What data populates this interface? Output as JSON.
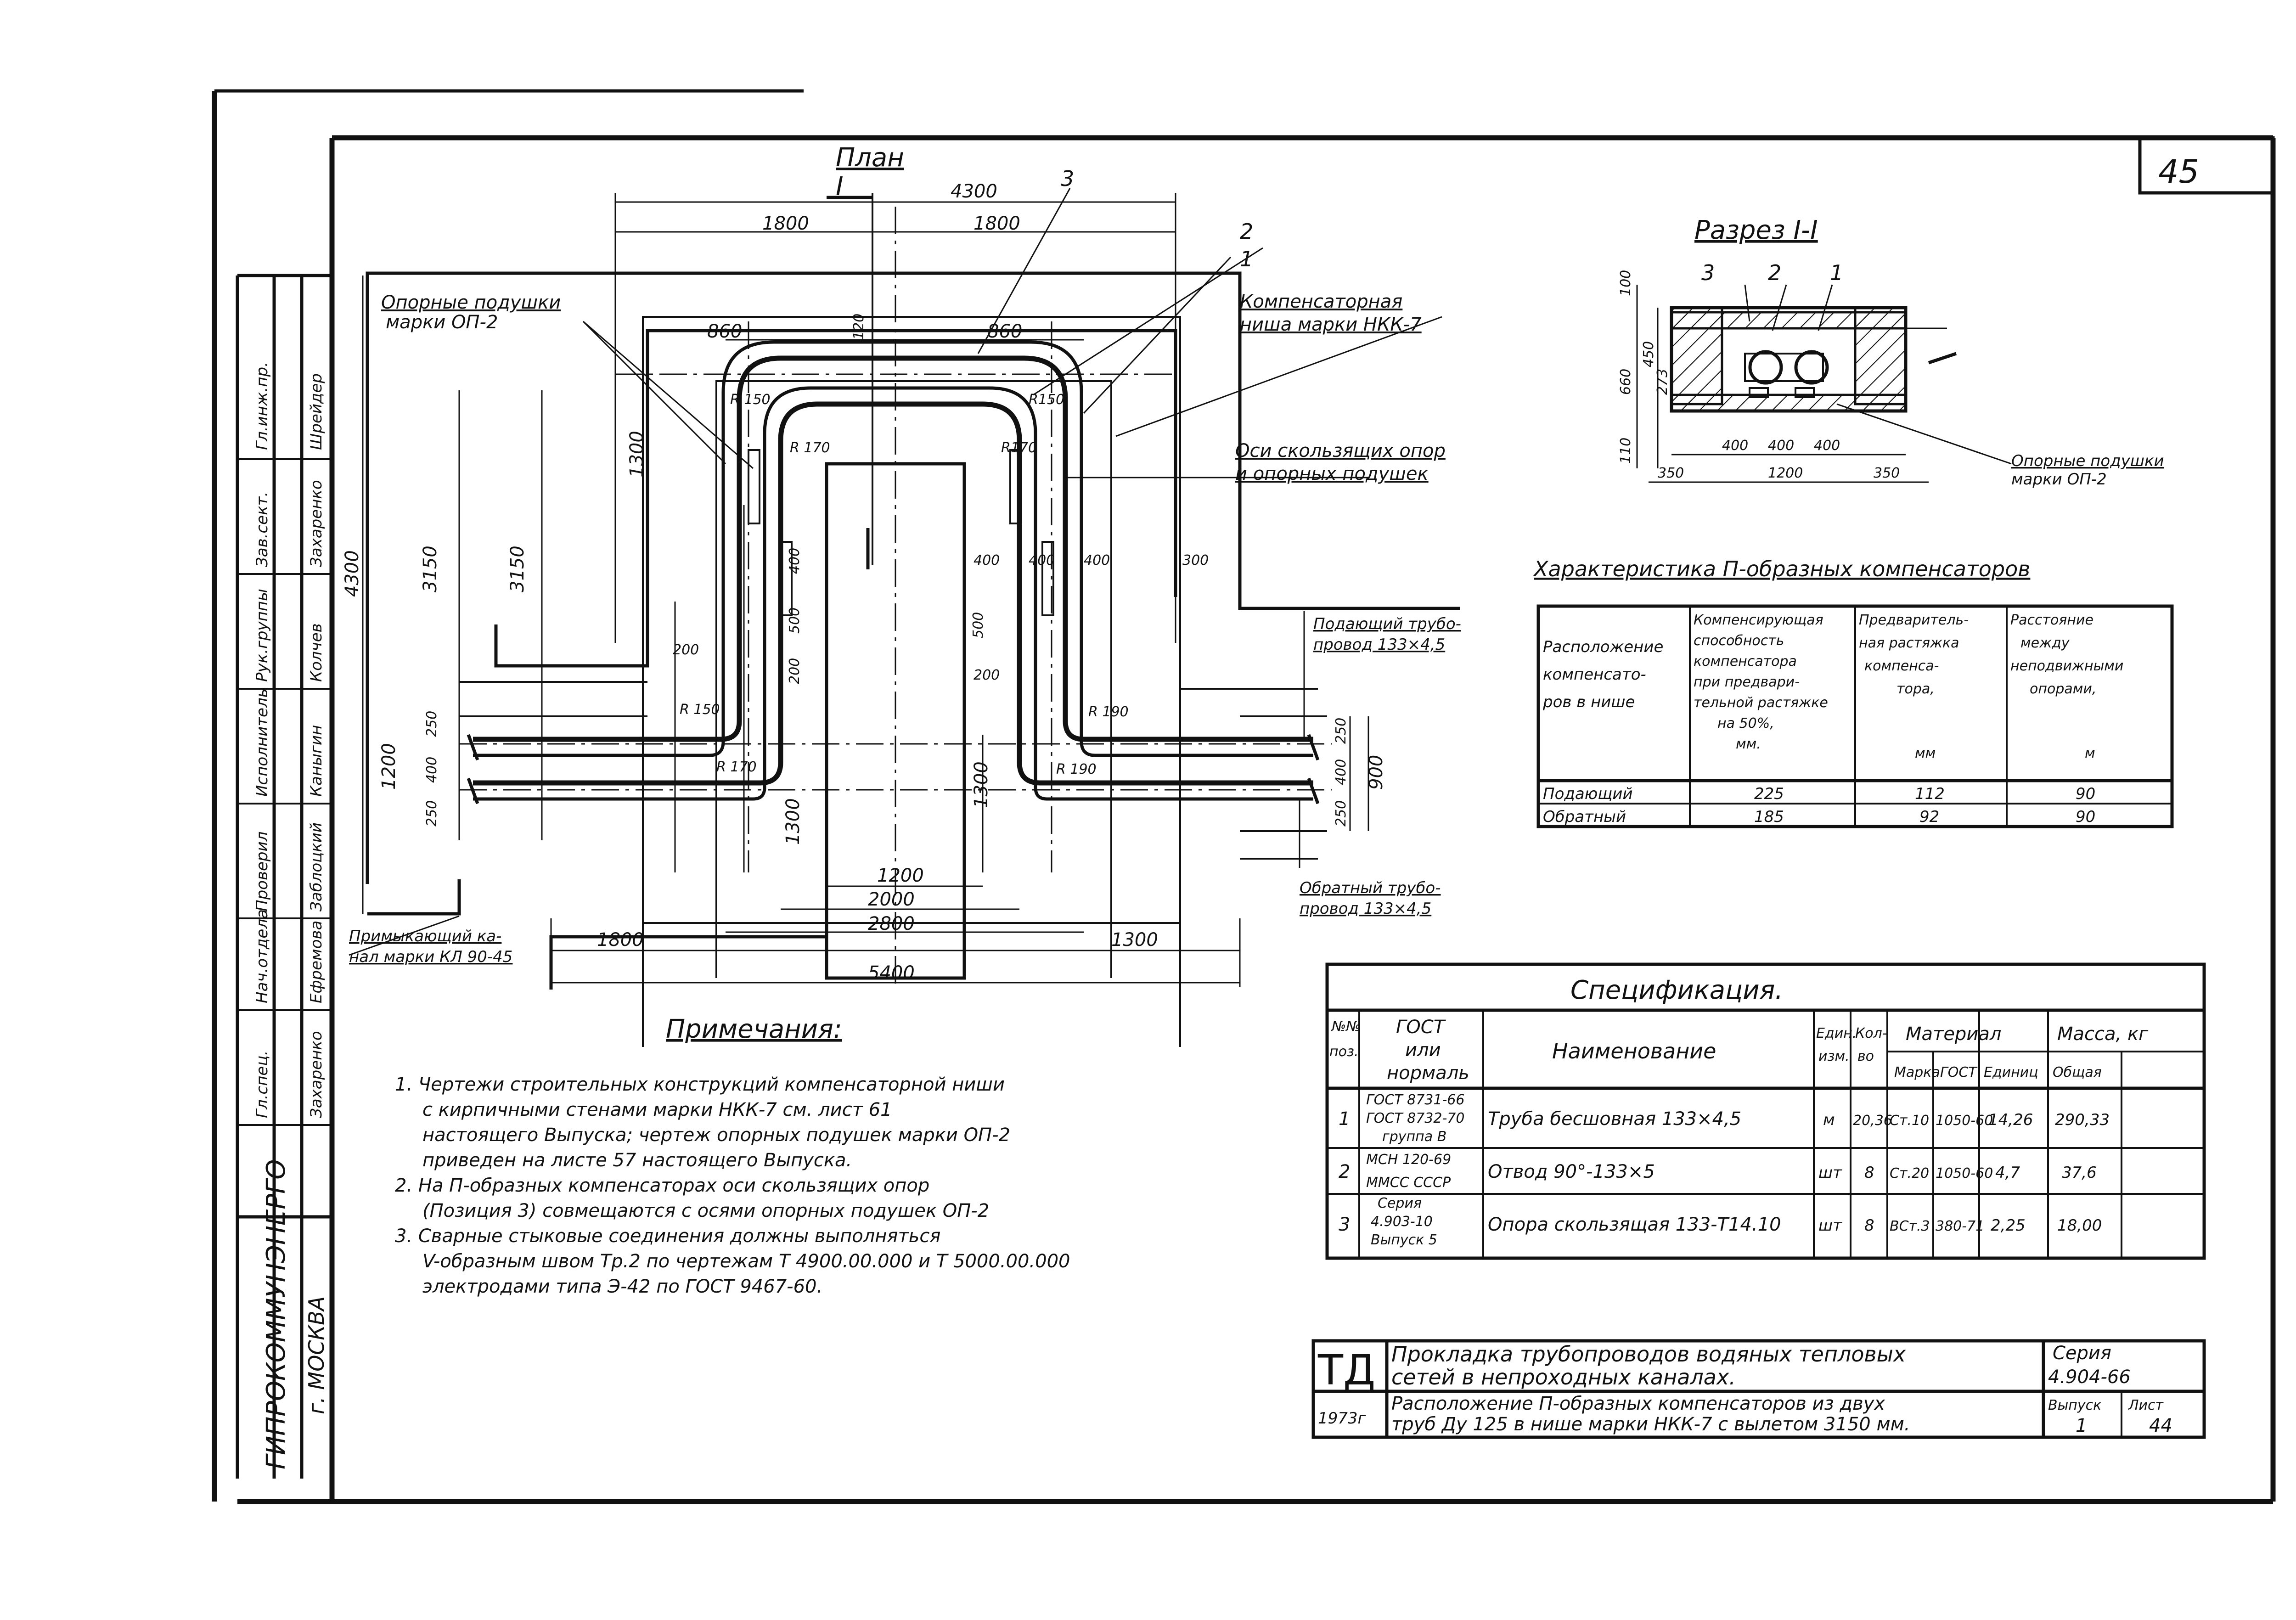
{
  "sheet_number": "45",
  "plan": {
    "title": "План",
    "section_mark": "I",
    "dims": {
      "overall_top": "4300",
      "left_top": "1800",
      "right_top": "1800",
      "inner_left_top": "860",
      "inner_right_top": "860",
      "top_gap": "120",
      "left_vertical": "3150",
      "inner_left_vertical": "3150",
      "outer_left_vertical": "4300",
      "left_upper_side": "1300",
      "left_lower_side": "1300",
      "left_mid_a": "400",
      "left_mid_b": "500",
      "left_mid_c": "200",
      "left_200": "200",
      "right_1300": "1300",
      "right_400a": "400",
      "right_400b": "400",
      "right_400c": "400",
      "right_500": "500",
      "right_200": "200",
      "right_300": "300",
      "left_1200": "1200",
      "left_250a": "250",
      "left_400": "400",
      "left_250b": "250",
      "right_250a": "250",
      "right_400": "400",
      "right_250b": "250",
      "right_900": "900",
      "bottom_1200": "1200",
      "bottom_2000": "2000",
      "bottom_2800": "2800",
      "bottom_1800_left": "1800",
      "bottom_1300_right": "1300",
      "bottom_5400": "5400"
    },
    "radii": {
      "r150_tl": "R 150",
      "r170": "R 170",
      "r150_tr": "R150",
      "r170_tr": "R170",
      "r150_l": "R 150",
      "r170_l": "R 170",
      "r190_r": "R 190",
      "r170_r": "R 190"
    },
    "positions": [
      "1",
      "2",
      "3"
    ],
    "labels": {
      "support_pads": [
        "Опорные подушки",
        "марки ОП-2"
      ],
      "niche": [
        "Компенсаторная",
        "ниша марки НКК-7"
      ],
      "axes": [
        "Оси скользящих опор",
        "и опорных подушек"
      ],
      "supply": [
        "Подающий трубо-",
        "провод 133×4,5"
      ],
      "return": [
        "Обратный трубо-",
        "провод 133×4,5"
      ],
      "channel": [
        "Примыкающий ка-",
        "нал марки КЛ 90-45"
      ]
    }
  },
  "section": {
    "title": "Разрез I-I",
    "positions": [
      "3",
      "2",
      "1"
    ],
    "dims": {
      "height_total": "660",
      "top_gap": "100",
      "h_450": "450",
      "h_273": "273",
      "bottom_110": "110",
      "w_400a": "400",
      "w_400b": "400",
      "w_400c": "400",
      "w_350_left": "350",
      "w_1200": "1200",
      "w_350_right": "350"
    },
    "label": [
      "Опорные подушки",
      "марки ОП-2"
    ]
  },
  "characteristics": {
    "title": "Характеристика П-образных компенсаторов",
    "headers": [
      [
        "Расположение",
        "компенсато-",
        "ров в нише"
      ],
      [
        "Компенсирующая",
        "способность",
        "компенсатора",
        "при предвари-",
        "тельной растяжке",
        "на 50%,",
        "мм."
      ],
      [
        "Предваритель-",
        "ная растяжка",
        "компенса-",
        "тора,",
        "мм"
      ],
      [
        "Расстояние",
        "между",
        "неподвижными",
        "опорами,",
        "м"
      ]
    ],
    "rows": [
      [
        "Подающий",
        "225",
        "112",
        "90"
      ],
      [
        "Обратный",
        "185",
        "92",
        "90"
      ]
    ]
  },
  "notes": {
    "title": "Примечания:",
    "lines": [
      "1. Чертежи строительных конструкций компенсаторной ниши",
      "с кирпичными стенами марки НКК-7 см. лист 61",
      "настоящего Выпуска; чертеж опорных подушек марки ОП-2",
      "приведен на листе 57 настоящего Выпуска.",
      "2. На П-образных компенсаторах оси скользящих опор",
      "(Позиция 3) совмещаются с осями опорных подушек ОП-2",
      "3. Сварные стыковые соединения должны выполняться",
      "V-образным швом Тр.2 по чертежам Т 4900.00.000 и Т 5000.00.000",
      "электродами типа Э-42 по ГОСТ 9467-60."
    ]
  },
  "spec": {
    "title": "Спецификация.",
    "headers": {
      "pos": [
        "№№",
        "поз."
      ],
      "gost": [
        "ГОСТ",
        "или",
        "нормаль"
      ],
      "name": "Наименование",
      "unit": [
        "Един.",
        "изм."
      ],
      "qty": [
        "Кол-",
        "во"
      ],
      "material": "Материал",
      "mark": "Марка",
      "gost2": "ГОСТ",
      "mass": "Масса, кг",
      "unit_mass": "Единиц",
      "total_mass": "Общая"
    },
    "rows": [
      {
        "pos": "1",
        "gost": [
          "ГОСТ 8731-66",
          "ГОСТ 8732-70",
          "группа В"
        ],
        "name": "Труба бесшовная 133×4,5",
        "unit": "м",
        "qty": "20,36",
        "mark": "Ст.10",
        "gost2": "1050-60",
        "unit_mass": "14,26",
        "total": "290,33"
      },
      {
        "pos": "2",
        "gost": [
          "МСН 120-69",
          "ММСС СССР"
        ],
        "name": "Отвод 90°-133×5",
        "unit": "шт",
        "qty": "8",
        "mark": "Ст.20",
        "gost2": "1050-60",
        "unit_mass": "4,7",
        "total": "37,6"
      },
      {
        "pos": "3",
        "gost": [
          "Серия",
          "4.903-10",
          "Выпуск 5"
        ],
        "name": "Опора скользящая 133-Т14.10",
        "unit": "шт",
        "qty": "8",
        "mark": "ВСт.3",
        "gost2": "380-71",
        "unit_mass": "2,25",
        "total": "18,00"
      }
    ]
  },
  "title_block": {
    "td": "ТД",
    "line1": [
      "Прокладка трубопроводов водяных тепловых",
      "сетей в непроходных каналах."
    ],
    "series_label": "Серия",
    "series": "4.904-66",
    "year": "1973г",
    "line2": [
      "Расположение П-образных компенсаторов из двух",
      "труб Ду 125 в нише марки НКК-7 с вылетом 3150 мм."
    ],
    "issue_label": "Выпуск",
    "issue": "1",
    "sheet_label": "Лист",
    "sheet": "44"
  },
  "side_stamp": {
    "org": "ГИПРОКОММУНЭНЕРГО",
    "city": "г. МОСКВА",
    "roles": [
      "Гл.инж.пр.",
      "Зав.сект.",
      "Рук.группы",
      "Исполнитель",
      "Проверил",
      "Нач.отдела",
      "Гл.спец."
    ],
    "names": [
      "Шрейдер",
      "Захаренко",
      "Колчев",
      "Каныгин",
      "Заблоцкий",
      "Ефремова",
      "Захаренко"
    ]
  }
}
